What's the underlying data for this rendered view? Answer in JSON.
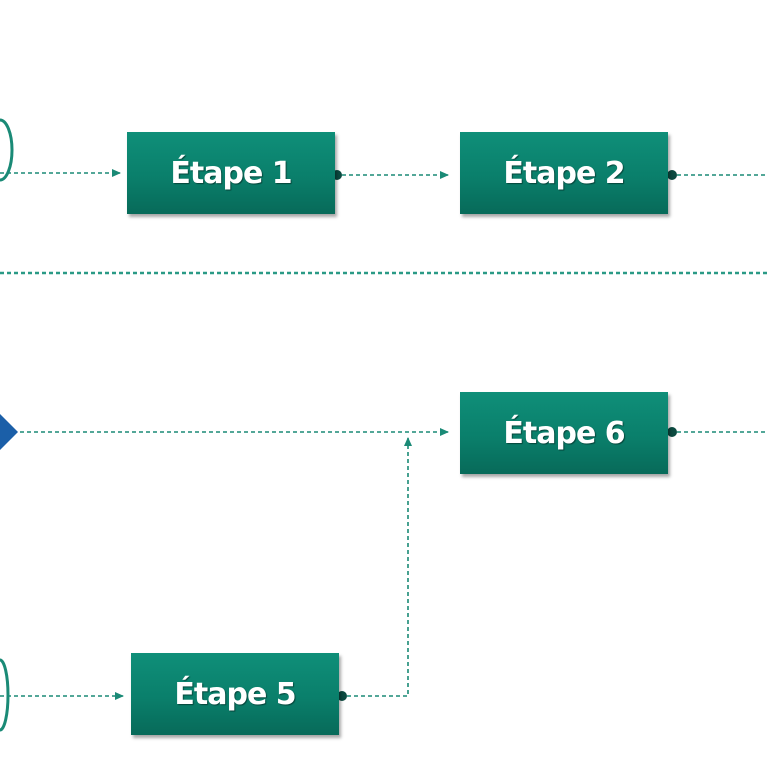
{
  "diagram": {
    "steps": [
      {
        "id": "step-1",
        "label": "Étape 1"
      },
      {
        "id": "step-2",
        "label": "Étape 2"
      },
      {
        "id": "step-6",
        "label": "Étape 6"
      },
      {
        "id": "step-5",
        "label": "Étape 5"
      }
    ],
    "colors": {
      "box": "#0a7f6b",
      "connector": "#1a8a76",
      "separator": "#2a9a86",
      "decision": "#1b5fa8",
      "text": "#ffffff"
    }
  }
}
